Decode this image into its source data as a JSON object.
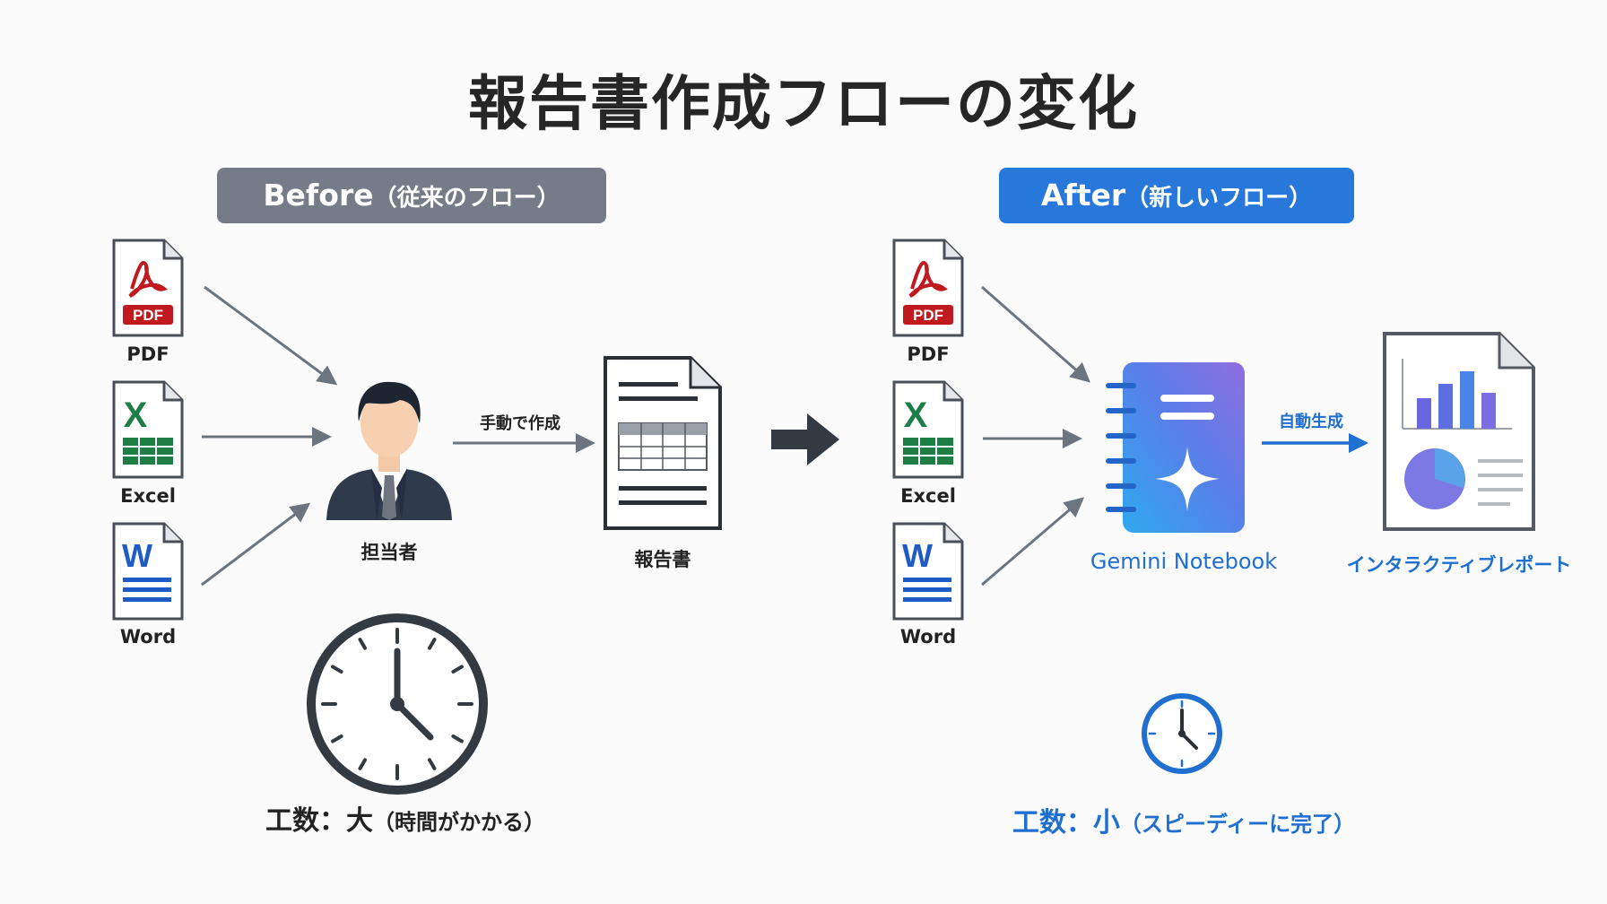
{
  "title": "報告書作成フローの変化",
  "before": {
    "header_main": "Before",
    "header_sub": "（従来のフロー）",
    "files": [
      {
        "label": "PDF",
        "badge": "PDF",
        "icon": "pdf-file-icon"
      },
      {
        "label": "Excel",
        "badge": "X",
        "icon": "excel-file-icon"
      },
      {
        "label": "Word",
        "badge": "W",
        "icon": "word-file-icon"
      }
    ],
    "person_label": "担当者",
    "action_label": "手動で作成",
    "report_label": "報告書",
    "effort_main": "工数：大",
    "effort_sub": "（時間がかかる）"
  },
  "after": {
    "header_main": "After",
    "header_sub": "（新しいフロー）",
    "files": [
      {
        "label": "PDF",
        "badge": "PDF",
        "icon": "pdf-file-icon"
      },
      {
        "label": "Excel",
        "badge": "X",
        "icon": "excel-file-icon"
      },
      {
        "label": "Word",
        "badge": "W",
        "icon": "word-file-icon"
      }
    ],
    "tool_label": "Gemini Notebook",
    "action_label": "自動生成",
    "report_label": "インタラクティブレポート",
    "effort_main": "工数：小",
    "effort_sub": "（スピーディーに完了）"
  },
  "colors": {
    "before_header": "#757c87",
    "after_header": "#2878dc",
    "accent_blue": "#1f6fd1",
    "pdf_red": "#c0191e",
    "excel_green": "#1e7e45",
    "word_blue": "#1f5bc4",
    "arrow_gray": "#6c7480",
    "dark": "#333a42"
  }
}
